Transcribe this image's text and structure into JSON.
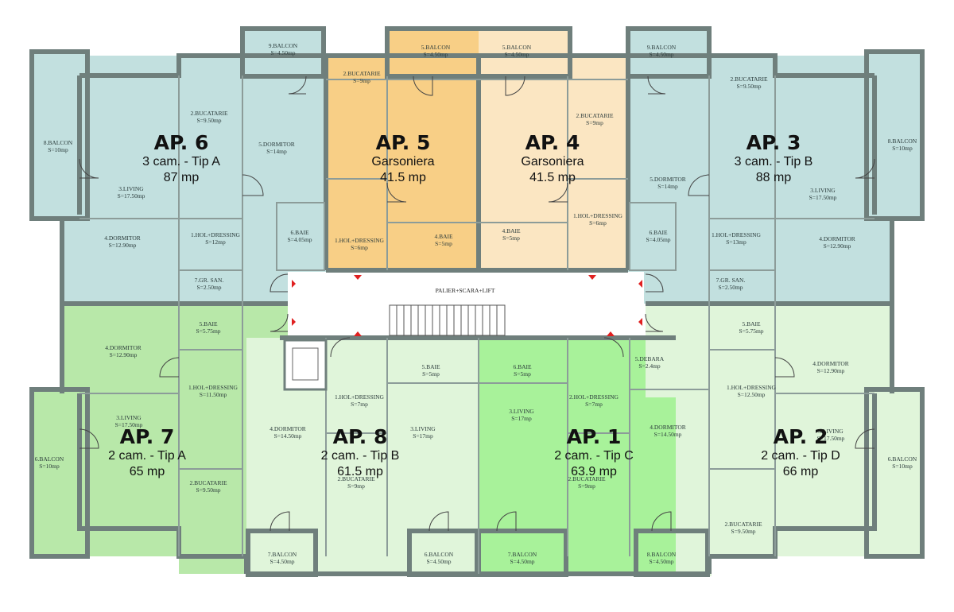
{
  "colors": {
    "blue": "#c2e0df",
    "blue_dark": "#b4d6d4",
    "orange": "#f8cf86",
    "orange_light": "#fbe6c2",
    "green": "#b8e8a9",
    "green_light": "#e0f5da",
    "green_bright": "#a8f29a",
    "arrow_red": "#e02020"
  },
  "apartments": [
    {
      "id": "ap6",
      "title": "AP. 6",
      "type": "3 cam. - Tip A",
      "area": "87 mp"
    },
    {
      "id": "ap5",
      "title": "AP. 5",
      "type": "Garsoniera",
      "area": "41.5 mp"
    },
    {
      "id": "ap4",
      "title": "AP. 4",
      "type": "Garsoniera",
      "area": "41.5 mp"
    },
    {
      "id": "ap3",
      "title": "AP. 3",
      "type": "3 cam. - Tip B",
      "area": "88 mp"
    },
    {
      "id": "ap7",
      "title": "AP. 7",
      "type": "2 cam. - Tip A",
      "area": "65 mp"
    },
    {
      "id": "ap8",
      "title": "AP. 8",
      "type": "2 cam. - Tip B",
      "area": "61.5 mp"
    },
    {
      "id": "ap1",
      "title": "AP. 1",
      "type": "2 cam. - Tip C",
      "area": "63.9 mp"
    },
    {
      "id": "ap2",
      "title": "AP. 2",
      "type": "2 cam. - Tip D",
      "area": "66 mp"
    }
  ],
  "core_label": "PALIER+SCARA+LIFT",
  "rooms": [
    {
      "name": "9.BALCON",
      "area": "S=4.50mp"
    },
    {
      "name": "8.BALCON",
      "area": "S=10mp"
    },
    {
      "name": "2.BUCATARIE",
      "area": "S=9.50mp"
    },
    {
      "name": "5.DORMITOR",
      "area": "S=14mp"
    },
    {
      "name": "3.LIVING",
      "area": "S=17.50mp"
    },
    {
      "name": "1.HOL+DRESSING",
      "area": "S=12mp"
    },
    {
      "name": "6.BAIE",
      "area": "S=4.05mp"
    },
    {
      "name": "4.DORMITOR",
      "area": "S=12.90mp"
    },
    {
      "name": "7.GR. SAN.",
      "area": "S=2.50mp"
    },
    {
      "name": "5.BALCON",
      "area": "S=4.50mp"
    },
    {
      "name": "2.BUCATARIE",
      "area": "S=9mp"
    },
    {
      "name": "1.HOL+DRESSING",
      "area": "S=6mp"
    },
    {
      "name": "4.BAIE",
      "area": "S=5mp"
    },
    {
      "name": "5.BALCON",
      "area": "S=4.50mp"
    },
    {
      "name": "2.BUCATARIE",
      "area": "S=9mp"
    },
    {
      "name": "1.HOL+DRESSING",
      "area": "S=6mp"
    },
    {
      "name": "4.BAIE",
      "area": "S=5mp"
    },
    {
      "name": "9.BALCON",
      "area": "S=4.50mp"
    },
    {
      "name": "2.BUCATARIE",
      "area": "S=9.50mp"
    },
    {
      "name": "8.BALCON",
      "area": "S=10mp"
    },
    {
      "name": "5.DORMITOR",
      "area": "S=14mp"
    },
    {
      "name": "3.LIVING",
      "area": "S=17.50mp"
    },
    {
      "name": "6.BAIE",
      "area": "S=4.05mp"
    },
    {
      "name": "1.HOL+DRESSING",
      "area": "S=13mp"
    },
    {
      "name": "4.DORMITOR",
      "area": "S=12.90mp"
    },
    {
      "name": "7.GR. SAN.",
      "area": "S=2.50mp"
    },
    {
      "name": "5.BAIE",
      "area": "S=5.75mp"
    },
    {
      "name": "4.DORMITOR",
      "area": "S=12.90mp"
    },
    {
      "name": "1.HOL+DRESSING",
      "area": "S=11.50mp"
    },
    {
      "name": "3.LIVING",
      "area": "S=17.50mp"
    },
    {
      "name": "6.BALCON",
      "area": "S=10mp"
    },
    {
      "name": "2.BUCATARIE",
      "area": "S=9.50mp"
    },
    {
      "name": "7.BALCON",
      "area": "S=4.50mp"
    },
    {
      "name": "1.HOL+DRESSING",
      "area": "S=7mp"
    },
    {
      "name": "5.BAIE",
      "area": "S=5mp"
    },
    {
      "name": "4.DORMITOR",
      "area": "S=14.50mp"
    },
    {
      "name": "3.LIVING",
      "area": "S=17mp"
    },
    {
      "name": "2.BUCATARIE",
      "area": "S=9mp"
    },
    {
      "name": "6.BALCON",
      "area": "S=4.50mp"
    },
    {
      "name": "6.BAIE",
      "area": "S=5mp"
    },
    {
      "name": "5.DEBARA",
      "area": "S=2.4mp"
    },
    {
      "name": "3.LIVING",
      "area": "S=17mp"
    },
    {
      "name": "2.HOL+DRESSING",
      "area": "S=7mp"
    },
    {
      "name": "4.DORMITOR",
      "area": "S=14.50mp"
    },
    {
      "name": "2.BUCATARIE",
      "area": "S=9mp"
    },
    {
      "name": "7.BALCON",
      "area": "S=4.50mp"
    },
    {
      "name": "8.BALCON",
      "area": "S=4.50mp"
    },
    {
      "name": "5.BAIE",
      "area": "S=5.75mp"
    },
    {
      "name": "1.HOL+DRESSING",
      "area": "S=12.50mp"
    },
    {
      "name": "4.DORMITOR",
      "area": "S=12.90mp"
    },
    {
      "name": "3.LIVING",
      "area": "S=17.50mp"
    },
    {
      "name": "6.BALCON",
      "area": "S=10mp"
    },
    {
      "name": "2.BUCATARIE",
      "area": "S=9.50mp"
    }
  ]
}
